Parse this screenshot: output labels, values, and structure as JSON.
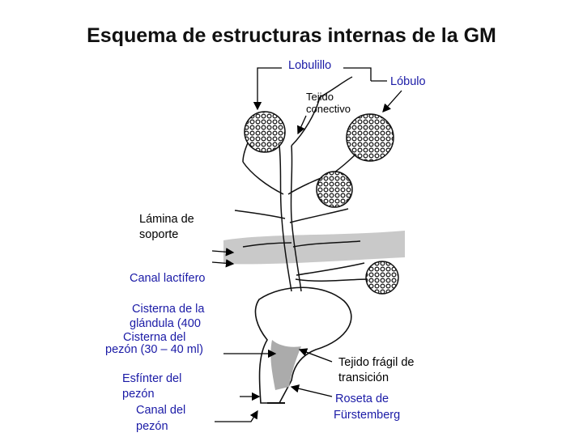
{
  "title": "Esquema de estructuras internas de la GM",
  "labels": {
    "lobulillo": "Lobulillo",
    "lobulo": "Lóbulo",
    "tejido_conectivo_1": "Tejido",
    "tejido_conectivo_2": "conectivo",
    "lamina_1": "Lámina de",
    "lamina_2": "soporte",
    "canal_lactifero": "Canal lactífero",
    "cisterna_glandula_1": "Cisterna de la",
    "cisterna_glandula_2": "glándula (400",
    "cisterna_pezon_1": "Cisterna del",
    "cisterna_pezon_2": "pezón (30 – 40 ml)",
    "esfinter_1": "Esfínter del",
    "esfinter_2": "pezón",
    "canal_pezon_1": "Canal del",
    "canal_pezon_2": "pezón",
    "tejido_fragil_1": "Tejido frágil de",
    "tejido_fragil_2": "transición",
    "roseta_1": "Roseta de",
    "roseta_2": "Fürstemberg"
  },
  "colors": {
    "label_blue": "#1a1aa6",
    "support_band": "#c9c9c9",
    "cistern_fill": "#ababab"
  }
}
